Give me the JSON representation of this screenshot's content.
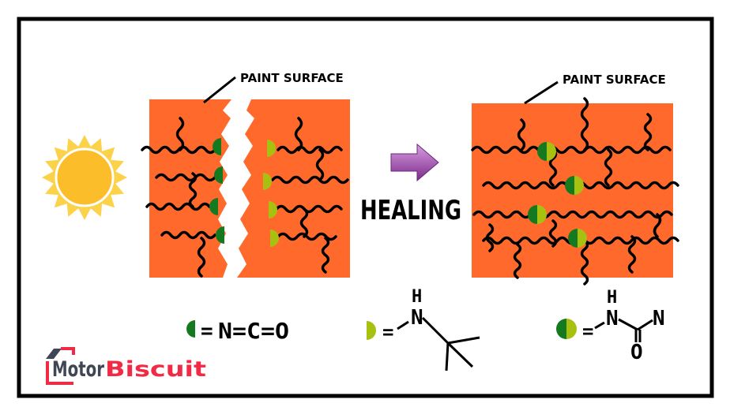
{
  "labels": {
    "paint_surface_left": "PAINT SURFACE",
    "paint_surface_right": "PAINT SURFACE",
    "healing": "HEALING"
  },
  "legend": {
    "isocyanate": {
      "eq": "=",
      "formula": "N=C=O"
    },
    "amine": {
      "eq": "=",
      "H": "H",
      "N": "N"
    },
    "urea": {
      "eq": "=",
      "H": "H",
      "N1": "N",
      "N2": "N",
      "O": "O"
    }
  },
  "logo": {
    "part1": "Motor",
    "part2": "Biscuit"
  },
  "colors": {
    "paint": "#ff6a2c",
    "dark_green": "#157a1f",
    "light_green": "#a8c010",
    "arrow": "#9b3ea8",
    "sun": "#fbbd2a",
    "logo_gray": "#3f4654",
    "logo_red": "#ef2b45"
  }
}
